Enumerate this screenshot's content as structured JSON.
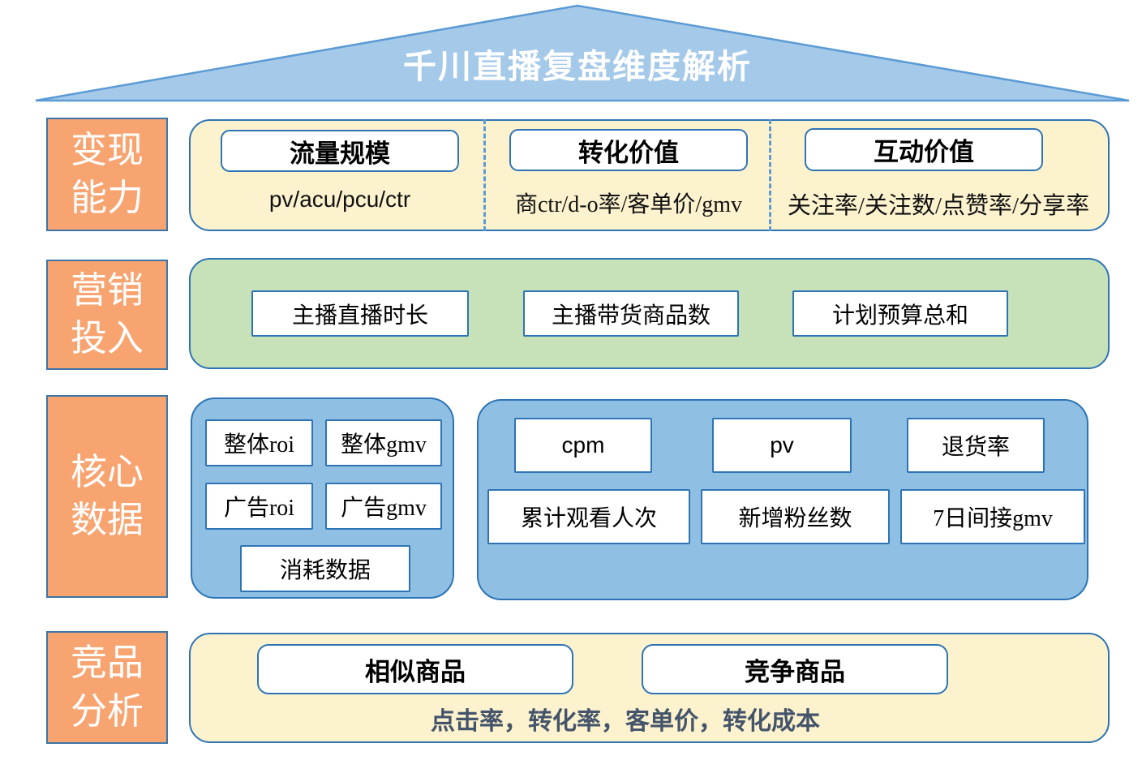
{
  "title": "千川直播复盘维度解析",
  "row1": {
    "label": "变现能力",
    "columns": [
      {
        "header": "流量规模",
        "metrics": "pv/acu/pcu/ctr"
      },
      {
        "header": "转化价值",
        "metrics": "商ctr/d-o率/客单价/gmv"
      },
      {
        "header": "互动价值",
        "metrics": "关注率/关注数/点赞率/分享率"
      }
    ]
  },
  "row2": {
    "label": "营销投入",
    "boxes": [
      "主播直播时长",
      "主播带货商品数",
      "计划预算总和"
    ]
  },
  "row3": {
    "label": "核心数据",
    "left_boxes": [
      "整体roi",
      "整体gmv",
      "广告roi",
      "广告gmv",
      "消耗数据"
    ],
    "right_boxes": [
      "cpm",
      "pv",
      "退货率",
      "累计观看人次",
      "新增粉丝数",
      "7日间接gmv"
    ]
  },
  "row4": {
    "label": "竞品分析",
    "boxes": [
      "相似商品",
      "竞争商品"
    ],
    "metrics": "点击率，转化率，客单价，转化成本"
  },
  "colors": {
    "orange": "#F8A471",
    "yellow": "#FCF2CE",
    "green": "#C7E2B8",
    "blue": "#8FC0E4",
    "triangle_fill": "#A5C9E9",
    "triangle_stroke": "#5B9BD5",
    "box_border": "#2E74B5",
    "divider": "#5B9BD5",
    "dark_text": "#44546A"
  }
}
